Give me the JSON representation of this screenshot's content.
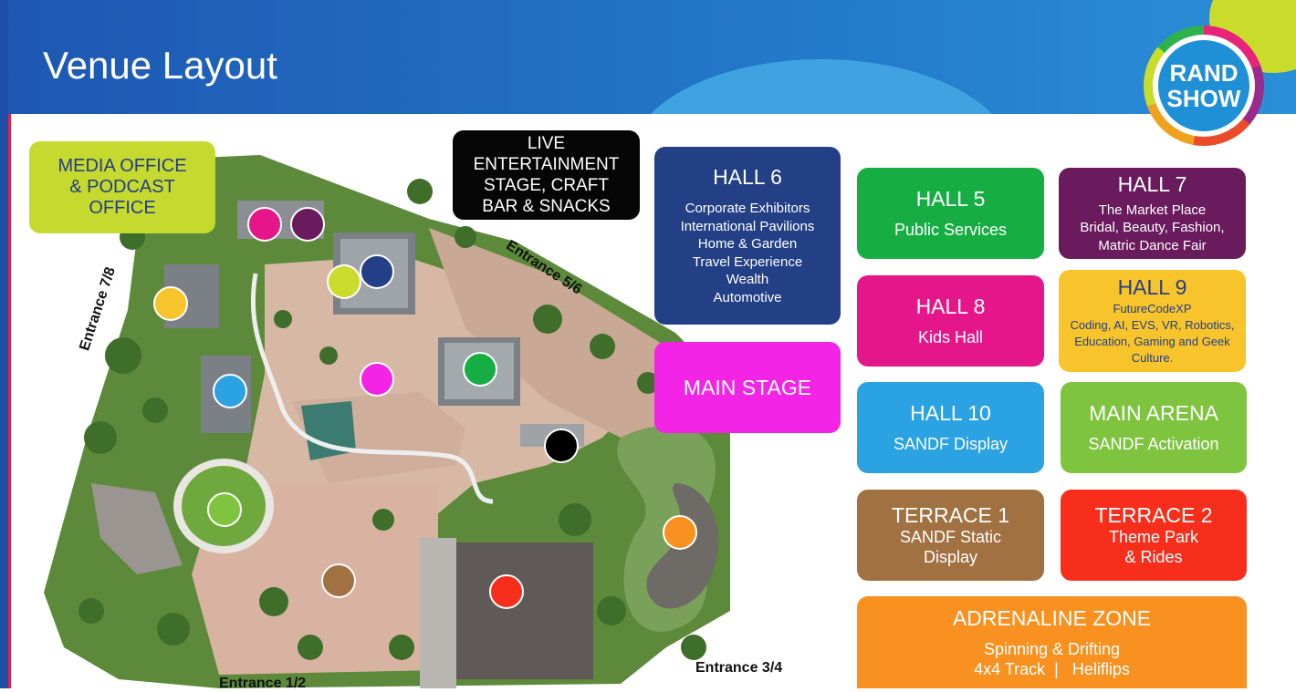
{
  "page_title": "Venue Layout",
  "logo": {
    "line1": "RAND",
    "line2": "SHOW"
  },
  "entrances": {
    "e78": "Entrance 7/8",
    "e56": "Entrance 5/6",
    "e34": "Entrance 3/4",
    "e12": "Entrance 1/2"
  },
  "map_labels": {
    "media_office": [
      "MEDIA OFFICE",
      "& PODCAST",
      "OFFICE"
    ],
    "live_stage": [
      "LIVE",
      "ENTERTAINMENT",
      "STAGE, CRAFT",
      "BAR & SNACKS"
    ]
  },
  "legend": {
    "hall6": {
      "title": "HALL 6",
      "lines": [
        "Corporate Exhibitors",
        "International Pavilions",
        "Home & Garden",
        "Travel Experience",
        "Wealth",
        "Automotive"
      ],
      "color": "#233f86"
    },
    "main_stage": {
      "title": "MAIN STAGE",
      "color": "#f424e6"
    },
    "hall5": {
      "title": "HALL 5",
      "sub": "Public Services",
      "color": "#16ae43"
    },
    "hall7": {
      "title": "HALL 7",
      "lines": [
        "The Market Place",
        "Bridal, Beauty, Fashion,",
        "Matric Dance Fair"
      ],
      "color": "#6a1b5d"
    },
    "hall8": {
      "title": "HALL 8",
      "sub": "Kids Hall",
      "color": "#e5168a"
    },
    "hall9": {
      "title": "HALL 9",
      "lines": [
        "FutureCodeXP",
        "Coding, AI, EVS, VR, Robotics,",
        "Education, Gaming and Geek",
        "Culture."
      ],
      "color": "#f8c42c",
      "text_color": "#233f86"
    },
    "hall10": {
      "title": "HALL 10",
      "sub": "SANDF Display",
      "color": "#2ba2e2"
    },
    "main_arena": {
      "title": "MAIN ARENA",
      "sub": "SANDF Activation",
      "color": "#7ec43f"
    },
    "terrace1": {
      "title": "TERRACE 1",
      "lines": [
        "SANDF Static",
        "Display"
      ],
      "color": "#a27142"
    },
    "terrace2": {
      "title": "TERRACE 2",
      "lines": [
        "Theme Park",
        "& Rides"
      ],
      "color": "#f72e1b"
    },
    "adrenaline": {
      "title": "ADRENALINE ZONE",
      "lines": [
        "Spinning & Drifting",
        "4x4 Track  |   Heliflips"
      ],
      "color": "#f8911f"
    }
  },
  "markers": [
    {
      "name": "marker-hall8",
      "color": "#e5168a"
    },
    {
      "name": "marker-hall7",
      "color": "#6a1b5d"
    },
    {
      "name": "marker-main-arena",
      "color": "#c9dc2c"
    },
    {
      "name": "marker-hall6",
      "color": "#233f86"
    },
    {
      "name": "marker-hall9",
      "color": "#f8c42c"
    },
    {
      "name": "marker-main-stage",
      "color": "#f424e6"
    },
    {
      "name": "marker-hall5",
      "color": "#16ae43"
    },
    {
      "name": "marker-hall10",
      "color": "#2ba2e2"
    },
    {
      "name": "marker-live-stage",
      "color": "#000000"
    },
    {
      "name": "marker-main-arena-2",
      "color": "#7ec43f"
    },
    {
      "name": "marker-terrace1",
      "color": "#a27142"
    },
    {
      "name": "marker-terrace2",
      "color": "#f72e1b"
    },
    {
      "name": "marker-adrenaline",
      "color": "#f8911f"
    }
  ]
}
